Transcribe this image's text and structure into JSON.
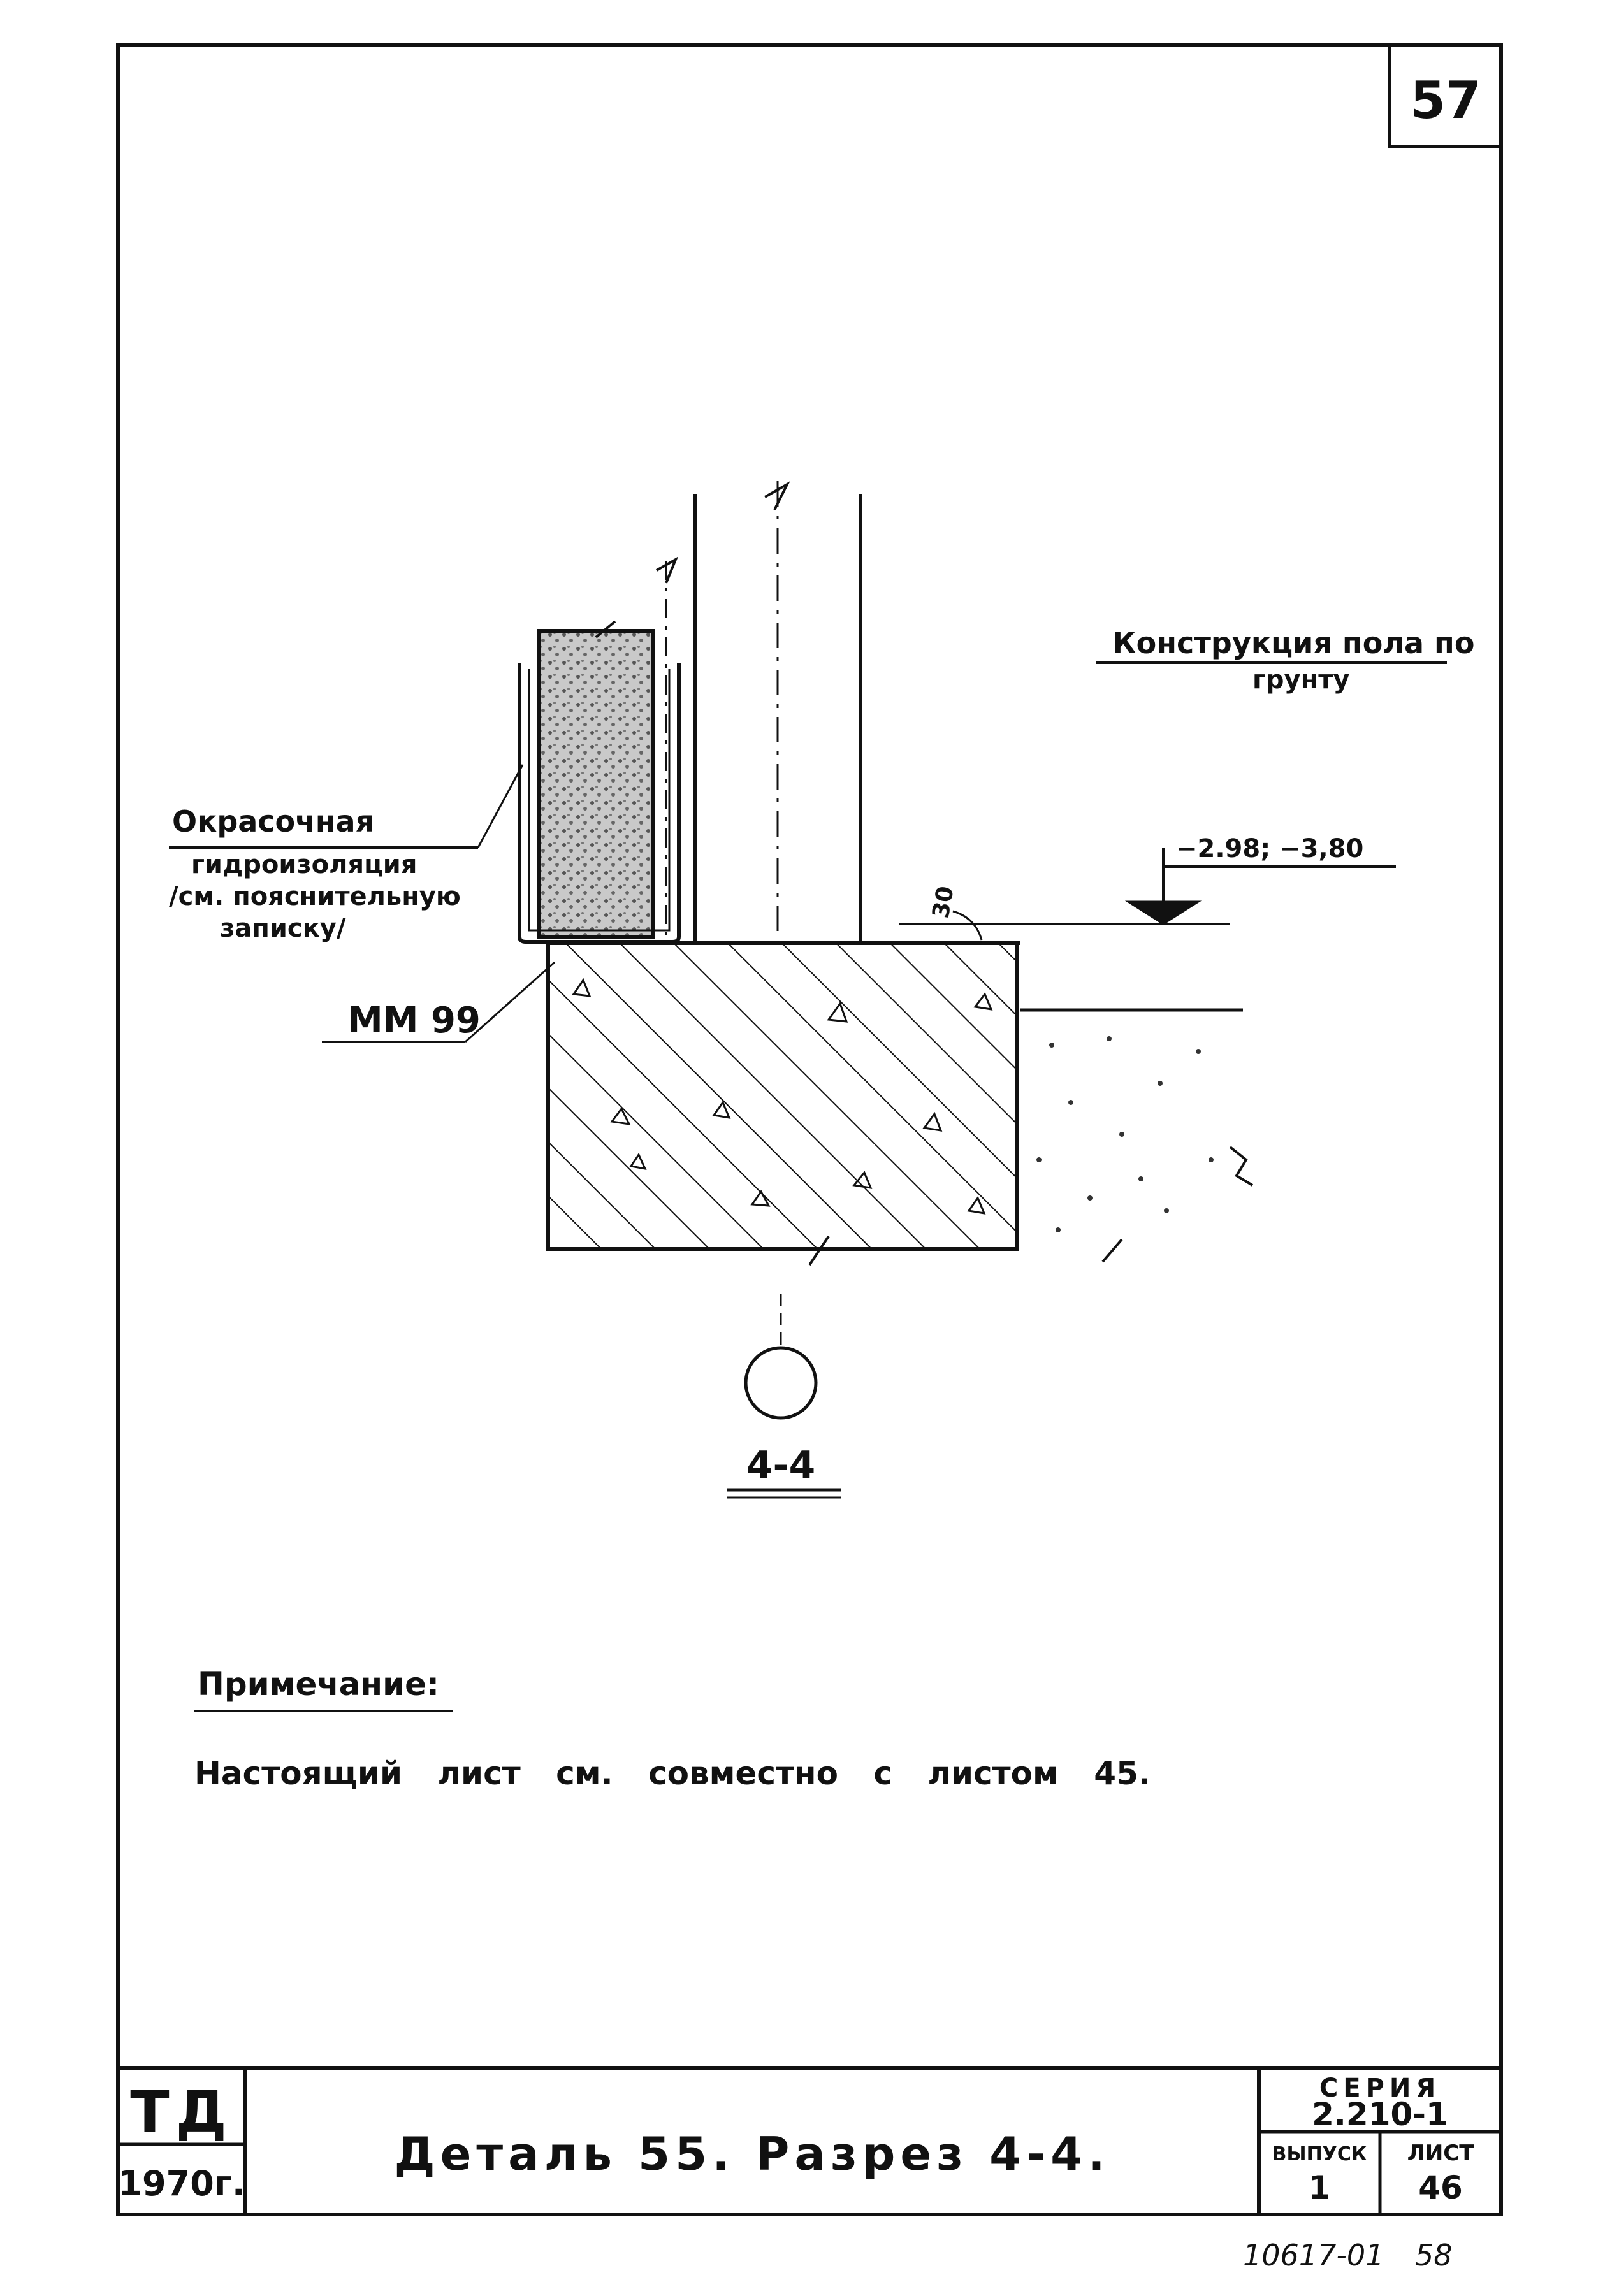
{
  "sheet": {
    "page_number": "57",
    "bottom_stamp": "10617-01",
    "bottom_stamp_num": "58"
  },
  "labels": {
    "floor_top": "Конструкция пола по",
    "floor_bottom": "грунту",
    "elevation": "−2.98; −3,80",
    "dim_30": "30",
    "waterproof_1": "Окрасочная",
    "waterproof_2": "гидроизоляция",
    "waterproof_3": "/см. пояснительную",
    "waterproof_4": "записку/",
    "mark": "ММ 99",
    "section": "4-4"
  },
  "note": {
    "title": "Примечание:",
    "text": "Настоящий лист см. совместно с листом 45."
  },
  "title_block": {
    "org": "ТД",
    "year": "1970г.",
    "title": "Деталь 55. Разрез 4-4.",
    "series_label": "СЕРИЯ",
    "series_value": "2.210-1",
    "issue_label": "ВЫПУСК",
    "issue_value": "1",
    "sheet_label": "ЛИСТ",
    "sheet_value": "46"
  },
  "colors": {
    "ink": "#111111",
    "paper": "#ffffff",
    "fill": "#bdbdbd"
  }
}
